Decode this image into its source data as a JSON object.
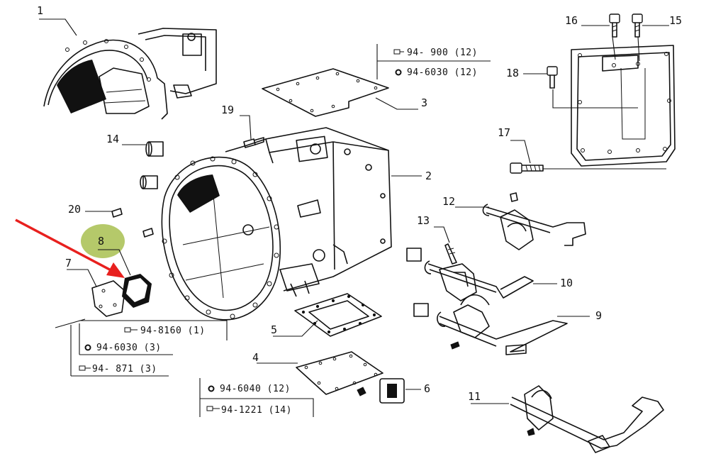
{
  "callouts": [
    {
      "id": "1",
      "label": "1"
    },
    {
      "id": "2",
      "label": "2"
    },
    {
      "id": "3",
      "label": "3"
    },
    {
      "id": "4",
      "label": "4"
    },
    {
      "id": "5",
      "label": "5"
    },
    {
      "id": "6",
      "label": "6"
    },
    {
      "id": "7",
      "label": "7"
    },
    {
      "id": "8",
      "label": "8"
    },
    {
      "id": "9",
      "label": "9"
    },
    {
      "id": "10",
      "label": "10"
    },
    {
      "id": "11",
      "label": "11"
    },
    {
      "id": "12",
      "label": "12"
    },
    {
      "id": "13",
      "label": "13"
    },
    {
      "id": "14",
      "label": "14"
    },
    {
      "id": "15",
      "label": "15"
    },
    {
      "id": "16",
      "label": "16"
    },
    {
      "id": "17",
      "label": "17"
    },
    {
      "id": "18",
      "label": "18"
    },
    {
      "id": "19",
      "label": "19"
    },
    {
      "id": "20",
      "label": "20"
    }
  ],
  "hardware_refs": {
    "cover_bolt": "94- 900 (12)",
    "cover_washer": "94-6030 (12)",
    "plate_bolt": "94-8160 (1)",
    "plate_washer": "94-6030 (3)",
    "plate_screw": "94- 871 (3)",
    "bottom_washer": "94-6040 (12)",
    "bottom_bolt": "94-1221 (14)"
  },
  "highlight": {
    "part": "8",
    "marker_color": "#b5c96a",
    "arrow_color": "#e8201e"
  }
}
